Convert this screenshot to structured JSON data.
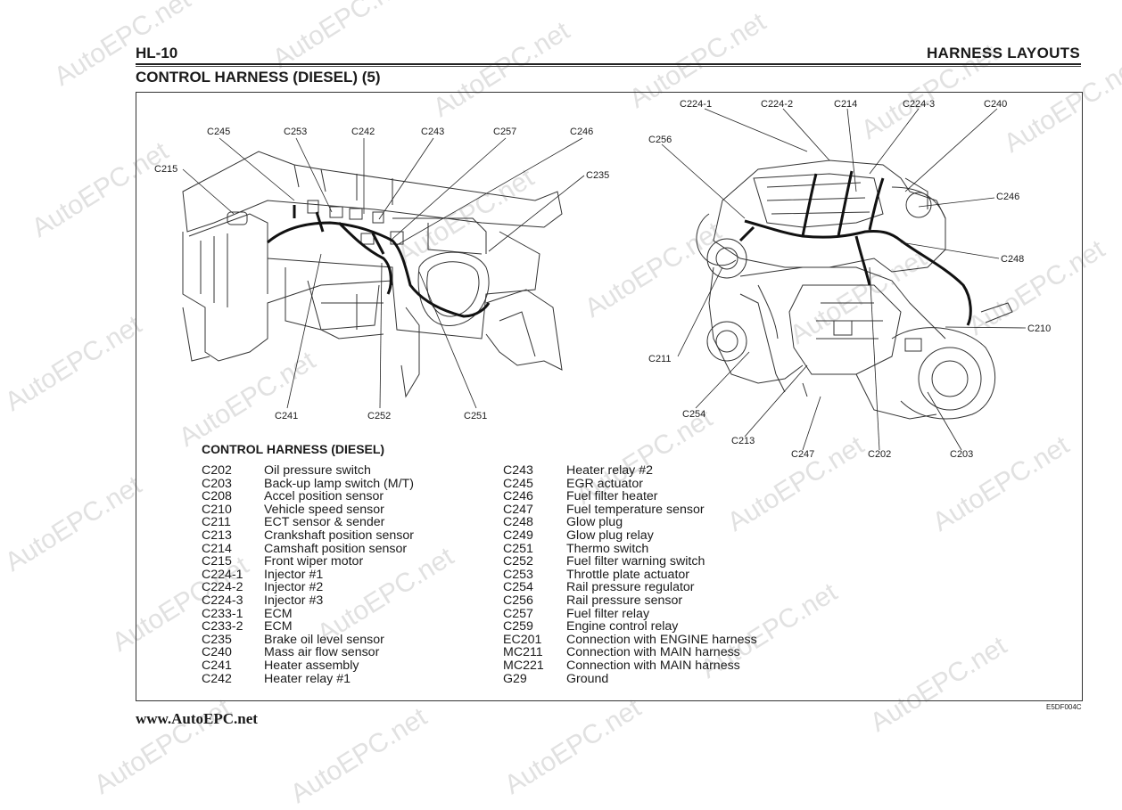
{
  "header": {
    "page_number": "HL-10",
    "section": "HARNESS LAYOUTS"
  },
  "subtitle": "CONTROL HARNESS (DIESEL) (5)",
  "diagram": {
    "callouts_left": [
      "C245",
      "C253",
      "C242",
      "C243",
      "C257",
      "C246",
      "C215",
      "C235",
      "C241",
      "C252",
      "C251"
    ],
    "callouts_right": [
      "C224-1",
      "C224-2",
      "C214",
      "C224-3",
      "C240",
      "C256",
      "C246",
      "C248",
      "C210",
      "C211",
      "C254",
      "C213",
      "C247",
      "C202",
      "C203"
    ]
  },
  "legend": {
    "title": "CONTROL HARNESS (DIESEL)",
    "col1": [
      {
        "code": "C202",
        "name": "Oil pressure switch"
      },
      {
        "code": "C203",
        "name": "Back-up lamp switch (M/T)"
      },
      {
        "code": "C208",
        "name": "Accel position sensor"
      },
      {
        "code": "C210",
        "name": "Vehicle speed sensor"
      },
      {
        "code": "C211",
        "name": "ECT sensor & sender"
      },
      {
        "code": "C213",
        "name": "Crankshaft position sensor"
      },
      {
        "code": "C214",
        "name": "Camshaft position sensor"
      },
      {
        "code": "C215",
        "name": "Front wiper motor"
      },
      {
        "code": "C224-1",
        "name": "Injector #1"
      },
      {
        "code": "C224-2",
        "name": "Injector #2"
      },
      {
        "code": "C224-3",
        "name": "Injector #3"
      },
      {
        "code": "C233-1",
        "name": "ECM"
      },
      {
        "code": "C233-2",
        "name": "ECM"
      },
      {
        "code": "C235",
        "name": "Brake oil level sensor"
      },
      {
        "code": "C240",
        "name": "Mass air flow sensor"
      },
      {
        "code": "C241",
        "name": "Heater assembly"
      },
      {
        "code": "C242",
        "name": "Heater relay #1"
      }
    ],
    "col2": [
      {
        "code": "C243",
        "name": "Heater relay #2"
      },
      {
        "code": "C245",
        "name": "EGR actuator"
      },
      {
        "code": "C246",
        "name": "Fuel filter heater"
      },
      {
        "code": "C247",
        "name": "Fuel temperature sensor"
      },
      {
        "code": "C248",
        "name": "Glow plug"
      },
      {
        "code": "C249",
        "name": "Glow plug relay"
      },
      {
        "code": "C251",
        "name": "Thermo switch"
      },
      {
        "code": "C252",
        "name": "Fuel filter warning switch"
      },
      {
        "code": "C253",
        "name": "Throttle plate actuator"
      },
      {
        "code": "C254",
        "name": "Rail pressure regulator"
      },
      {
        "code": "C256",
        "name": "Rail pressure sensor"
      },
      {
        "code": "C257",
        "name": "Fuel filter relay"
      },
      {
        "code": "C259",
        "name": "Engine control relay"
      },
      {
        "code": "EC201",
        "name": "Connection with ENGINE harness"
      },
      {
        "code": "MC211",
        "name": "Connection with MAIN harness"
      },
      {
        "code": "MC221",
        "name": "Connection with MAIN harness"
      },
      {
        "code": "G29",
        "name": "Ground"
      }
    ]
  },
  "figure_code": "E5DF004C",
  "website": "www.AutoEPC.net",
  "watermark_text": "AutoEPC.net"
}
